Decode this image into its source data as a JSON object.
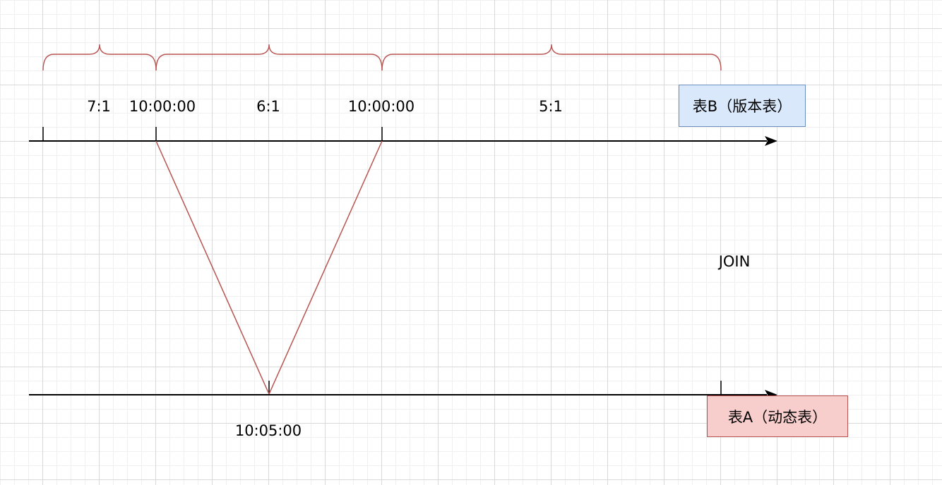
{
  "labels": {
    "seg_7_1": "7:1",
    "seg_6_1": "6:1",
    "seg_5_1": "5:1",
    "time_b1": "10:00:00",
    "time_b2": "10:00:00",
    "time_a": "10:05:00",
    "join": "JOIN"
  },
  "boxes": {
    "table_b": "表B（版本表）",
    "table_a": "表A（动态表）"
  },
  "colors": {
    "axis": "#000000",
    "brace": "#b85450",
    "match_line": "#b85450",
    "table_b_fill": "#dae8fc",
    "table_b_border": "#6c8ebf",
    "table_a_fill": "#f8cecc",
    "table_a_border": "#b85450"
  }
}
